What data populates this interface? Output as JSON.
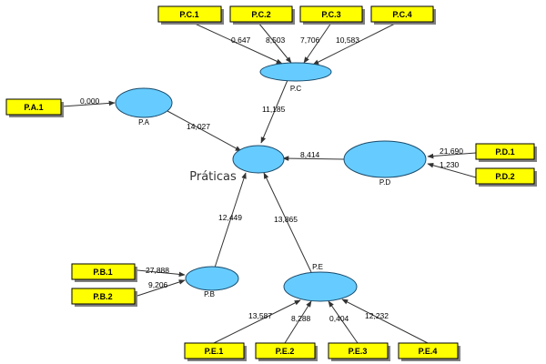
{
  "diagram": {
    "latents": {
      "PA": {
        "label": "P.A"
      },
      "PB": {
        "label": "P.B"
      },
      "PC": {
        "label": "P.C"
      },
      "PD": {
        "label": "P.D"
      },
      "PE": {
        "label": "P.E"
      },
      "PR": {
        "label": "Práticas"
      }
    },
    "indicators": {
      "PA1": "P.A.1",
      "PB1": "P.B.1",
      "PB2": "P.B.2",
      "PC1": "P.C.1",
      "PC2": "P.C.2",
      "PC3": "P.C.3",
      "PC4": "P.C.4",
      "PD1": "P.D.1",
      "PD2": "P.D.2",
      "PE1": "P.E.1",
      "PE2": "P.E.2",
      "PE3": "P.E.3",
      "PE4": "P.E.4"
    },
    "path_coefficients": {
      "PA_PR": "14,027",
      "PB_PR": "12,449",
      "PC_PR": "11,185",
      "PD_PR": "8,414",
      "PE_PR": "13,865"
    },
    "loadings": {
      "PA1": "0,000",
      "PB1": "27,888",
      "PB2": "9,206",
      "PC1": "0,647",
      "PC2": "8,503",
      "PC3": "7,706",
      "PC4": "10,583",
      "PD1": "21,690",
      "PD2": "1,230",
      "PE1": "13,587",
      "PE2": "8,288",
      "PE3": "0,404",
      "PE4": "12,232"
    },
    "colors": {
      "latent_fill": "#66ccff",
      "indicator_fill": "#ffff00",
      "line": "#333333"
    }
  }
}
